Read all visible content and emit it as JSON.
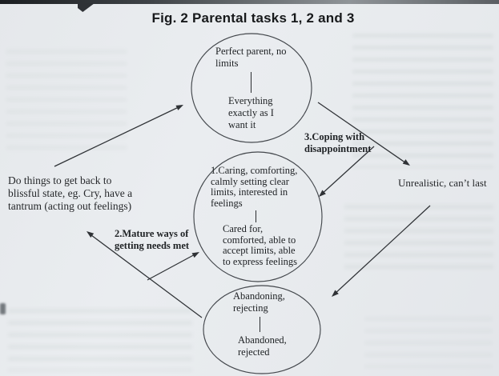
{
  "figure": {
    "title": "Fig. 2 Parental tasks 1, 2 and 3"
  },
  "diagram": {
    "nodes": {
      "top": {
        "upper_lines": [
          "Perfect parent, no",
          "limits"
        ],
        "lower_lines": [
          "Everything",
          "exactly as I",
          "want it"
        ]
      },
      "middle": {
        "upper_lines": [
          "1.Caring, comforting,",
          "calmly setting clear",
          "limits, interested in",
          "feelings"
        ],
        "lower_lines": [
          "Cared for,",
          "comforted, able to",
          "accept limits, able",
          "to express feelings"
        ]
      },
      "bottom": {
        "upper_lines": [
          "Abandoning,",
          "rejecting"
        ],
        "lower_lines": [
          "Abandoned,",
          "rejected"
        ]
      }
    },
    "annotations": {
      "left_note_lines": [
        "Do things to get back to",
        "blissful state, eg. Cry, have a",
        "tantrum (acting out feelings)"
      ],
      "right_note": "Unrealistic, can’t last",
      "coping_label_lines": [
        "3.Coping with",
        "disappointment"
      ],
      "mature_label_lines": [
        "2.Mature ways of",
        "getting needs met"
      ]
    },
    "colors": {
      "ink": "#26282b",
      "page_background": "#e8ebee",
      "photo_edge": "#24272a"
    }
  }
}
